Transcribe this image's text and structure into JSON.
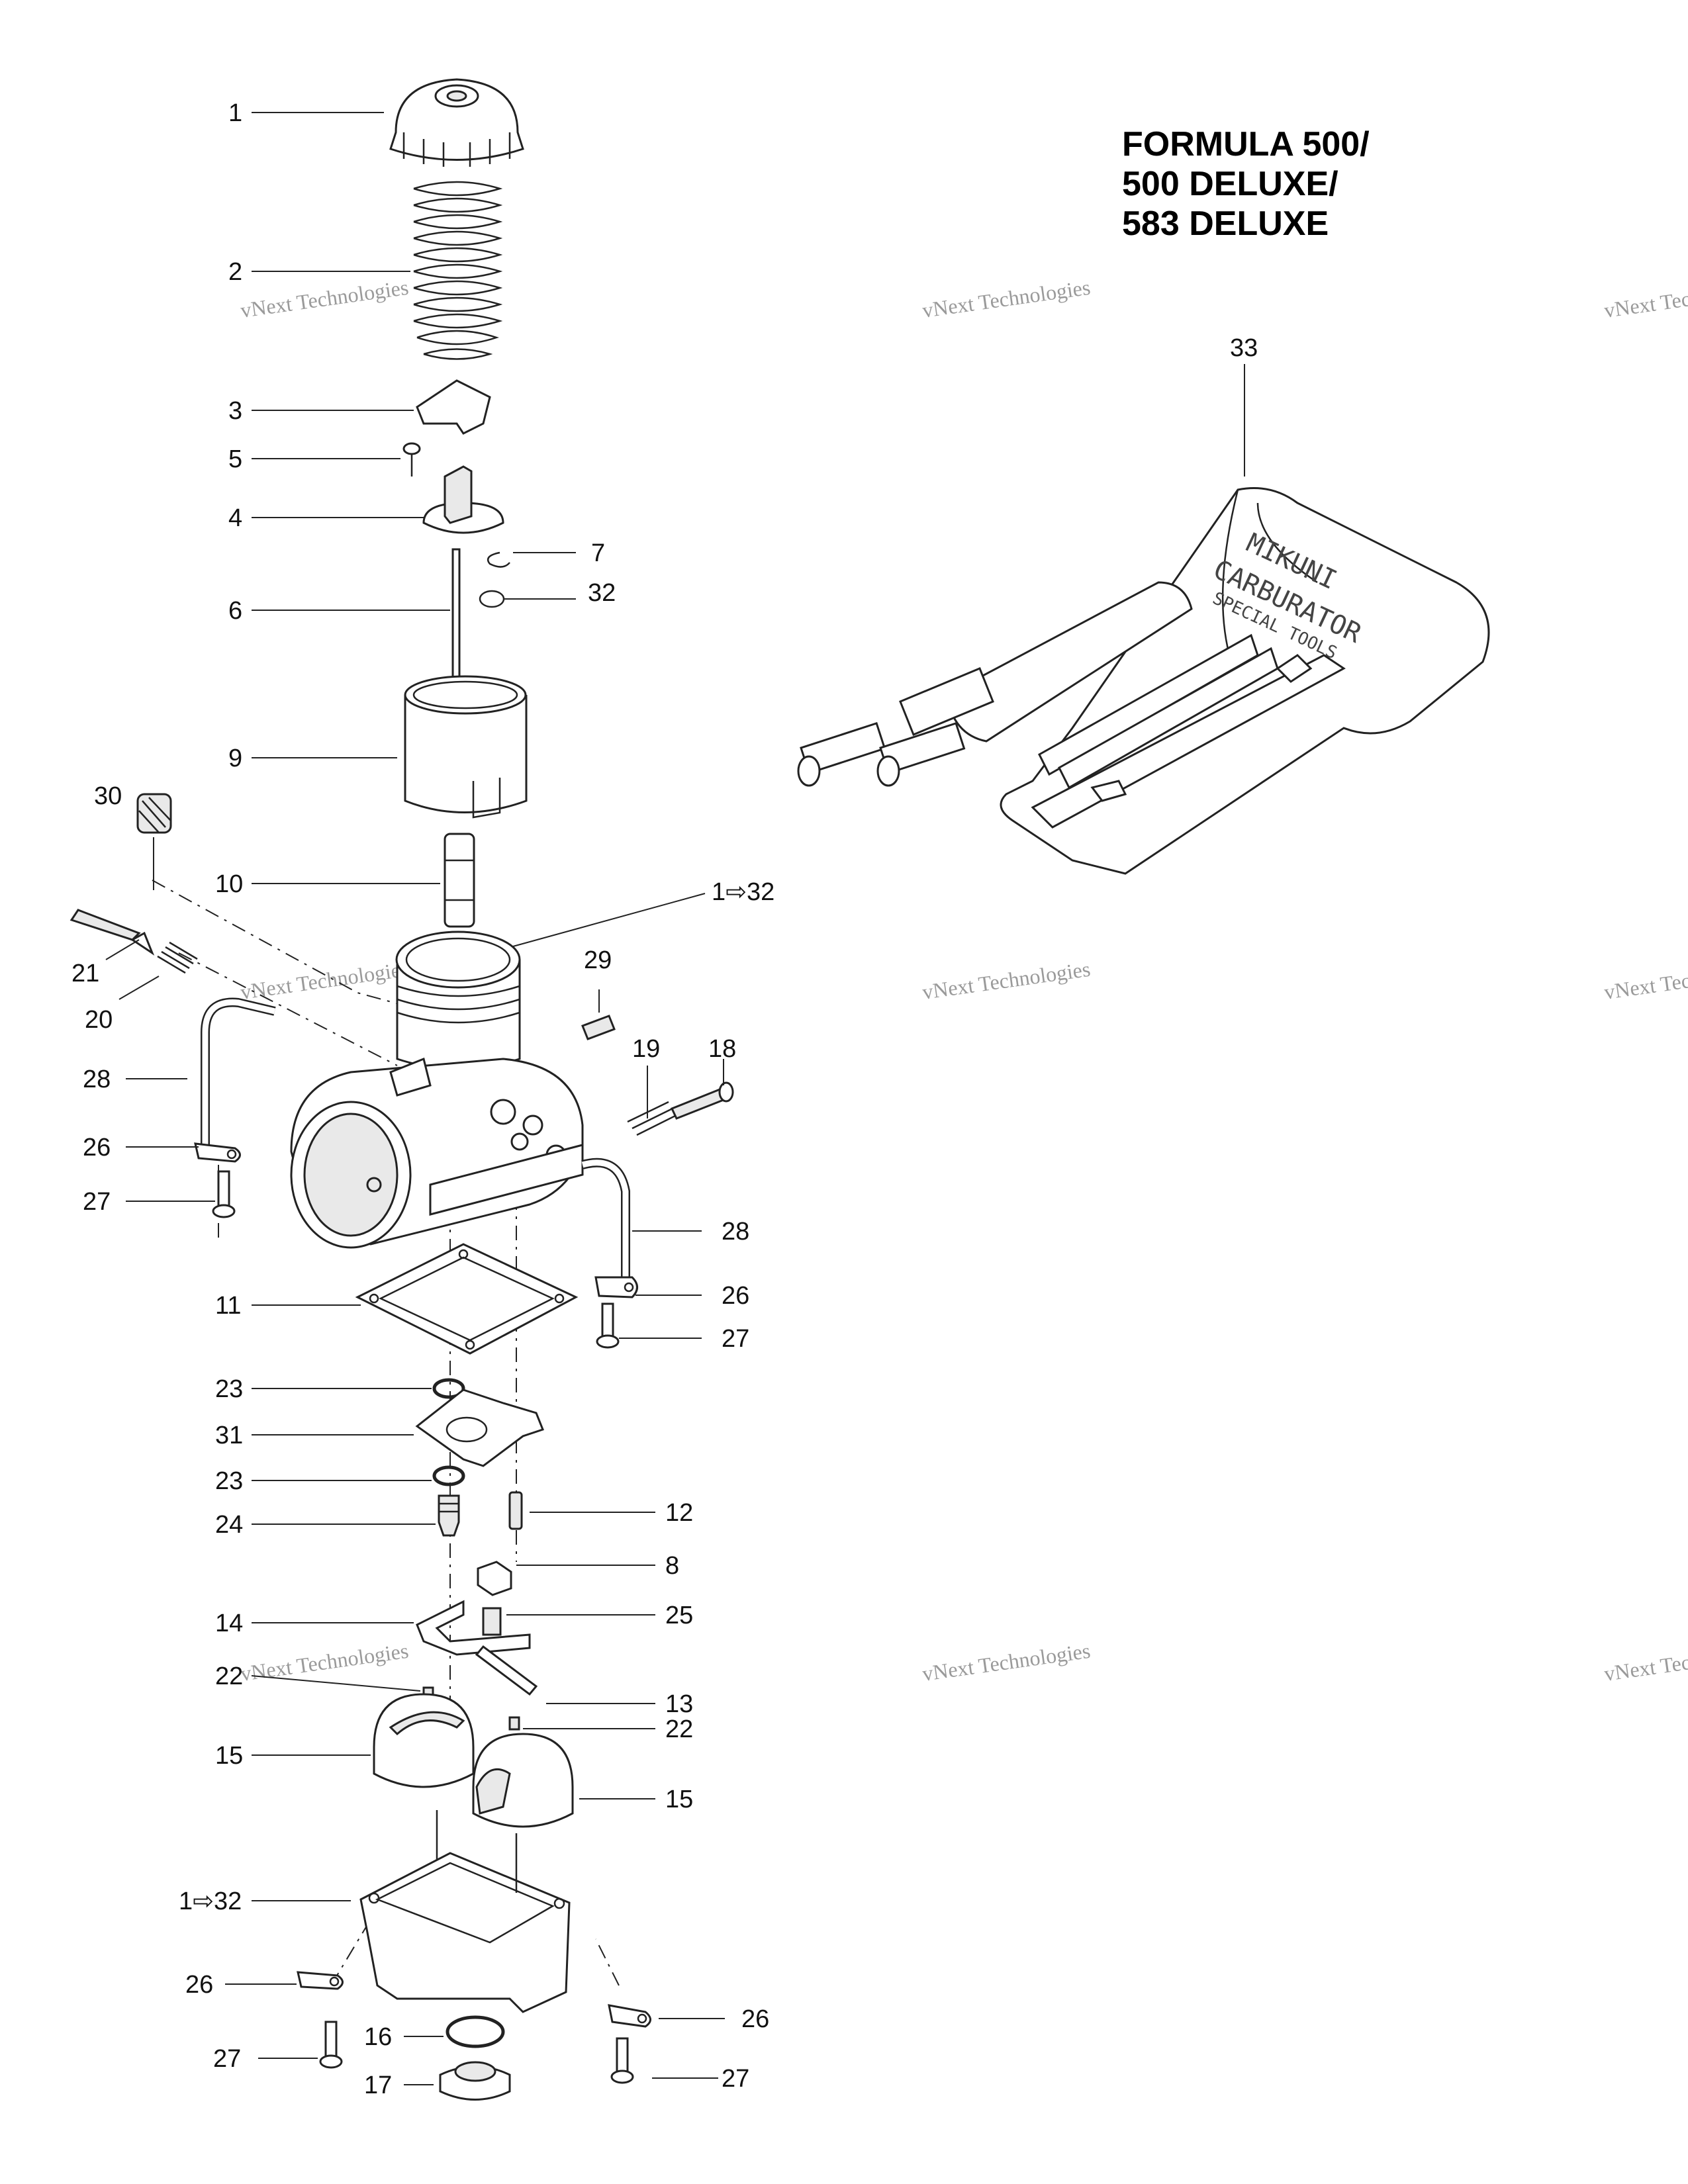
{
  "title_lines": [
    "FORMULA 500/",
    "500 DELUXE/",
    "583 DELUXE"
  ],
  "watermark": {
    "line1": "vNext Technologies",
    "line2": "vNext\nTechnologies"
  },
  "kit_lettering": [
    "MIKUNI",
    "CARBURATOR",
    "SPECIAL TOOLS"
  ],
  "callouts": [
    {
      "id": "c1",
      "text": "1"
    },
    {
      "id": "c2",
      "text": "2"
    },
    {
      "id": "c3",
      "text": "3"
    },
    {
      "id": "c5",
      "text": "5"
    },
    {
      "id": "c4",
      "text": "4"
    },
    {
      "id": "c7",
      "text": "7"
    },
    {
      "id": "c6",
      "text": "6"
    },
    {
      "id": "c32",
      "text": "32"
    },
    {
      "id": "c9",
      "text": "9"
    },
    {
      "id": "c30",
      "text": "30"
    },
    {
      "id": "c10",
      "text": "10"
    },
    {
      "id": "cr1",
      "text": "1⇨32"
    },
    {
      "id": "c21",
      "text": "21"
    },
    {
      "id": "c29",
      "text": "29"
    },
    {
      "id": "c20",
      "text": "20"
    },
    {
      "id": "c19",
      "text": "19"
    },
    {
      "id": "c18",
      "text": "18"
    },
    {
      "id": "c28a",
      "text": "28"
    },
    {
      "id": "c26a",
      "text": "26"
    },
    {
      "id": "c27a",
      "text": "27"
    },
    {
      "id": "c28b",
      "text": "28"
    },
    {
      "id": "c11",
      "text": "11"
    },
    {
      "id": "c26b",
      "text": "26"
    },
    {
      "id": "c27b",
      "text": "27"
    },
    {
      "id": "c23a",
      "text": "23"
    },
    {
      "id": "c31",
      "text": "31"
    },
    {
      "id": "c23b",
      "text": "23"
    },
    {
      "id": "c12",
      "text": "12"
    },
    {
      "id": "c24",
      "text": "24"
    },
    {
      "id": "c8",
      "text": "8"
    },
    {
      "id": "c14",
      "text": "14"
    },
    {
      "id": "c25",
      "text": "25"
    },
    {
      "id": "c22a",
      "text": "22"
    },
    {
      "id": "c13",
      "text": "13"
    },
    {
      "id": "c22b",
      "text": "22"
    },
    {
      "id": "c15a",
      "text": "15"
    },
    {
      "id": "c15b",
      "text": "15"
    },
    {
      "id": "cr2",
      "text": "1⇨32"
    },
    {
      "id": "c26c",
      "text": "26"
    },
    {
      "id": "c26d",
      "text": "26"
    },
    {
      "id": "c16",
      "text": "16"
    },
    {
      "id": "c27c",
      "text": "27"
    },
    {
      "id": "c17",
      "text": "17"
    },
    {
      "id": "c27d",
      "text": "27"
    },
    {
      "id": "c33",
      "text": "33"
    }
  ]
}
